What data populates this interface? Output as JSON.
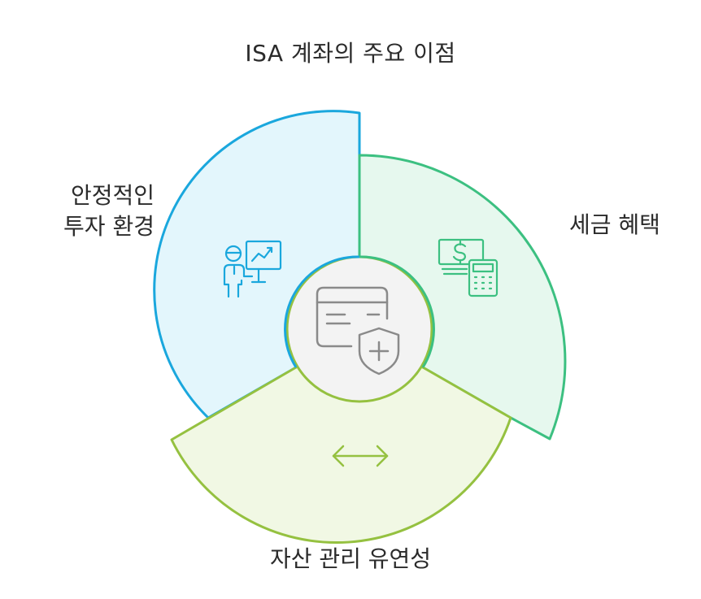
{
  "title": "ISA 계좌의 주요 이점",
  "segments": {
    "left": {
      "line1": "안정적인",
      "line2": "투자 환경",
      "icon": "presenter-chart-icon",
      "color": "#1aa7dd",
      "fill": "#e3f6fc"
    },
    "right": {
      "label": "세금 혜택",
      "icon": "money-calculator-icon",
      "color": "#3cc081",
      "fill": "#e6f8ee"
    },
    "bottom": {
      "label": "자산 관리 유연성",
      "icon": "double-arrow-icon",
      "color": "#95c140",
      "fill": "#f1f8e4"
    }
  },
  "center": {
    "icon": "card-shield-icon",
    "color": "#8a8a8a",
    "fill": "#f3f3f3"
  }
}
